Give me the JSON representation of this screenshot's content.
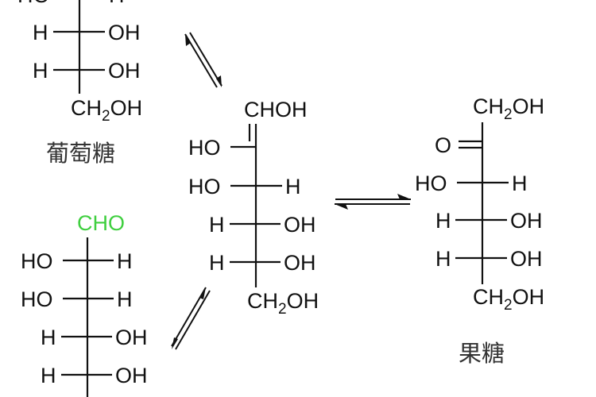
{
  "diagram": {
    "type": "Fischer projection equilibrium (Lobry de Bruyn–van Ekenstein)",
    "accent_color": "#3fcf3f",
    "ink_color": "#111111",
    "molecules": {
      "glucose": {
        "name_label": "葡萄糖",
        "rows": [
          {
            "left": "HO",
            "right": "H"
          },
          {
            "left": "H",
            "right": "OH"
          },
          {
            "left": "H",
            "right": "OH"
          }
        ],
        "bottom": {
          "main": "CH",
          "sub": "2",
          "tail": "OH"
        }
      },
      "enediol": {
        "top": "CHOH",
        "double_bond_left": "HO",
        "rows": [
          {
            "left": "HO",
            "right": "H"
          },
          {
            "left": "H",
            "right": "OH"
          },
          {
            "left": "H",
            "right": "OH"
          }
        ],
        "bottom": {
          "main": "CH",
          "sub": "2",
          "tail": "OH"
        }
      },
      "fructose": {
        "name_label": "果糖",
        "top": {
          "main": "CH",
          "sub": "2",
          "tail": "OH"
        },
        "carbonyl": "O",
        "rows": [
          {
            "left": "HO",
            "right": "H"
          },
          {
            "left": "H",
            "right": "OH"
          },
          {
            "left": "H",
            "right": "OH"
          }
        ],
        "bottom": {
          "main": "CH",
          "sub": "2",
          "tail": "OH"
        }
      },
      "mannose": {
        "top": "CHO",
        "rows": [
          {
            "left": "HO",
            "right": "H"
          },
          {
            "left": "HO",
            "right": "H"
          },
          {
            "left": "H",
            "right": "OH"
          },
          {
            "left": "H",
            "right": "OH"
          }
        ]
      }
    },
    "arrows": [
      {
        "from": "glucose",
        "to": "enediol",
        "kind": "equilibrium"
      },
      {
        "from": "enediol",
        "to": "fructose",
        "kind": "equilibrium"
      },
      {
        "from": "mannose",
        "to": "enediol",
        "kind": "equilibrium"
      }
    ]
  }
}
